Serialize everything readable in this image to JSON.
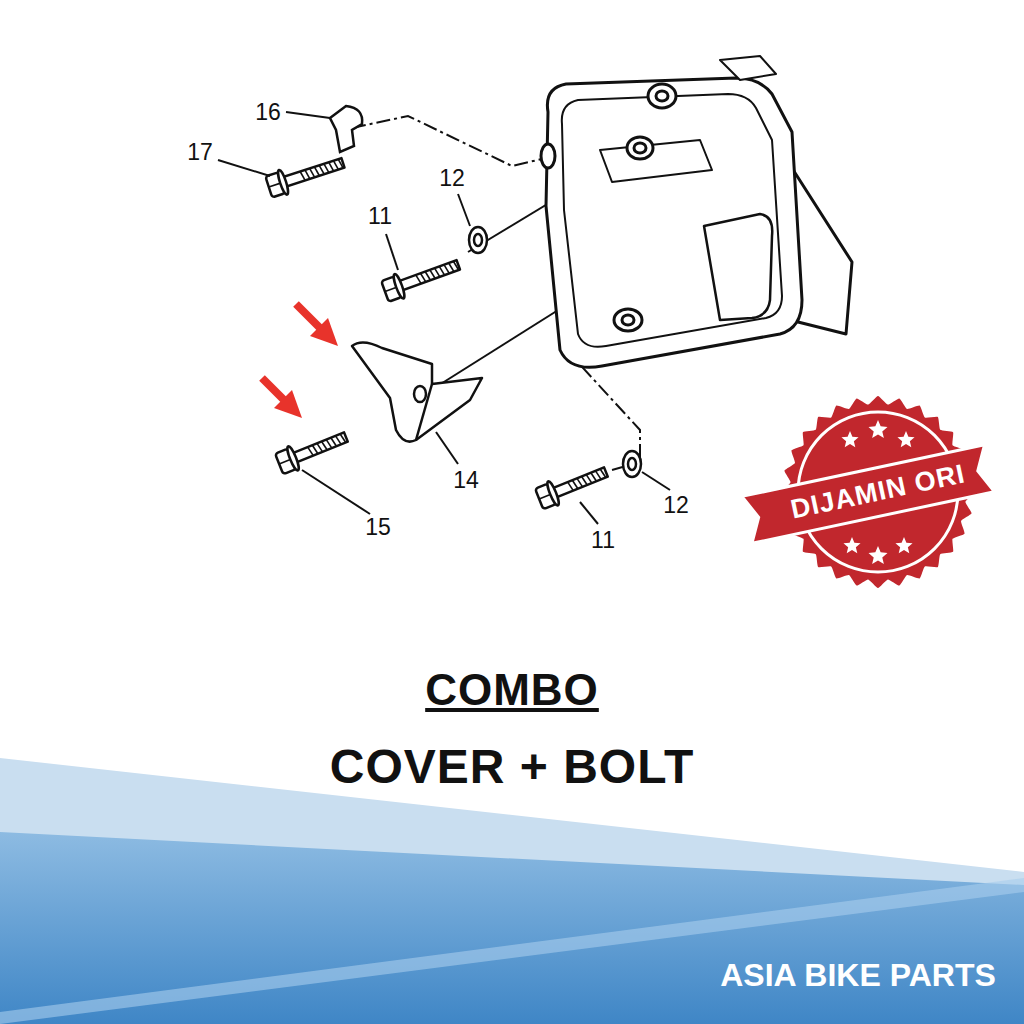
{
  "diagram": {
    "nodes": [
      {
        "text": [
          "DIJAMIN ORI"
        ]
      }
    ],
    "labels": [
      "16",
      "17",
      "12",
      "11",
      "14",
      "15",
      "12",
      "11",
      "COMBO",
      "COVER + BOLT",
      "ASIA BIKE PARTS"
    ]
  }
}
